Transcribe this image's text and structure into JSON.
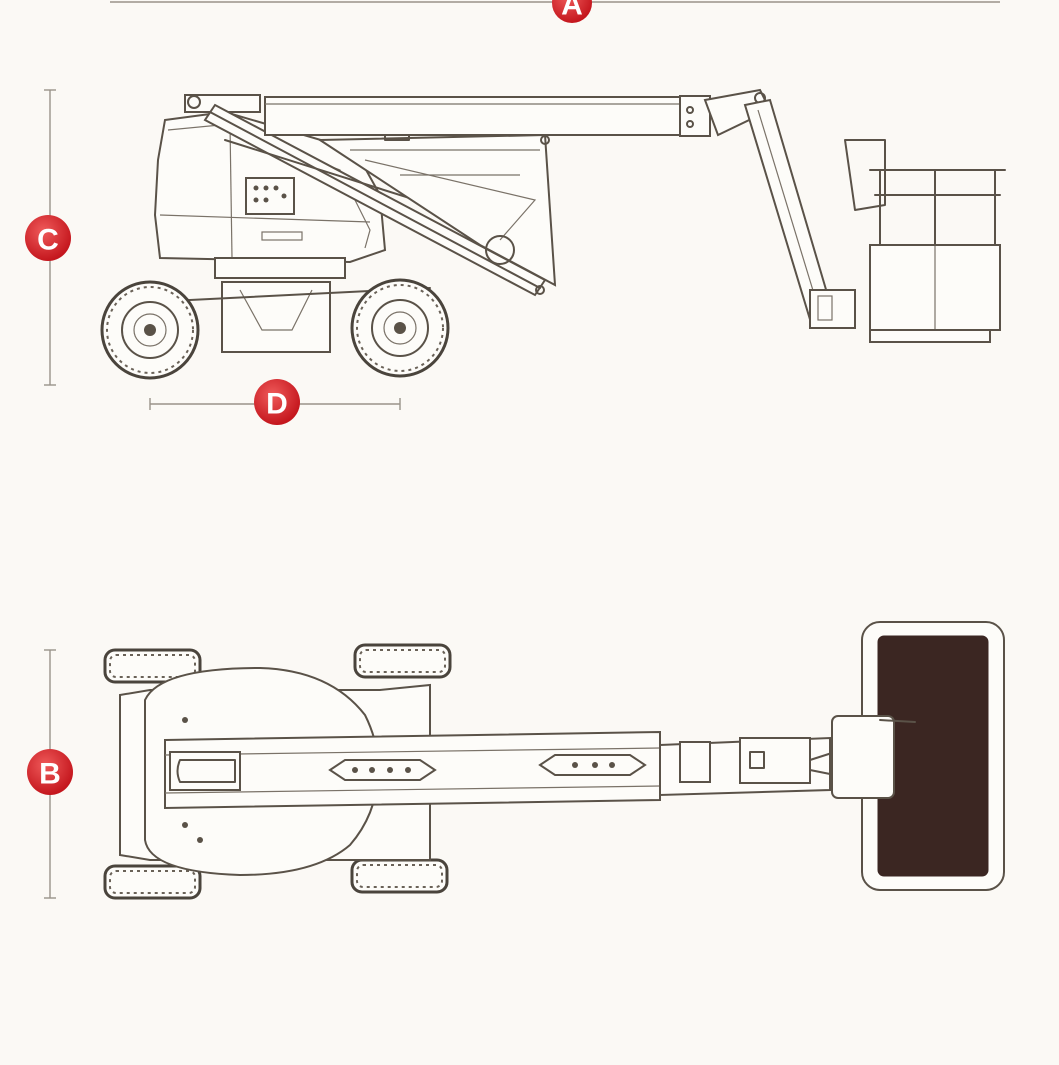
{
  "labels": {
    "a": "A",
    "b": "B",
    "c": "C",
    "d": "D"
  },
  "colors": {
    "badge": "#d6242b",
    "line": "#5a5248",
    "platform_floor": "#3b2622",
    "background": "#fbf9f5"
  }
}
